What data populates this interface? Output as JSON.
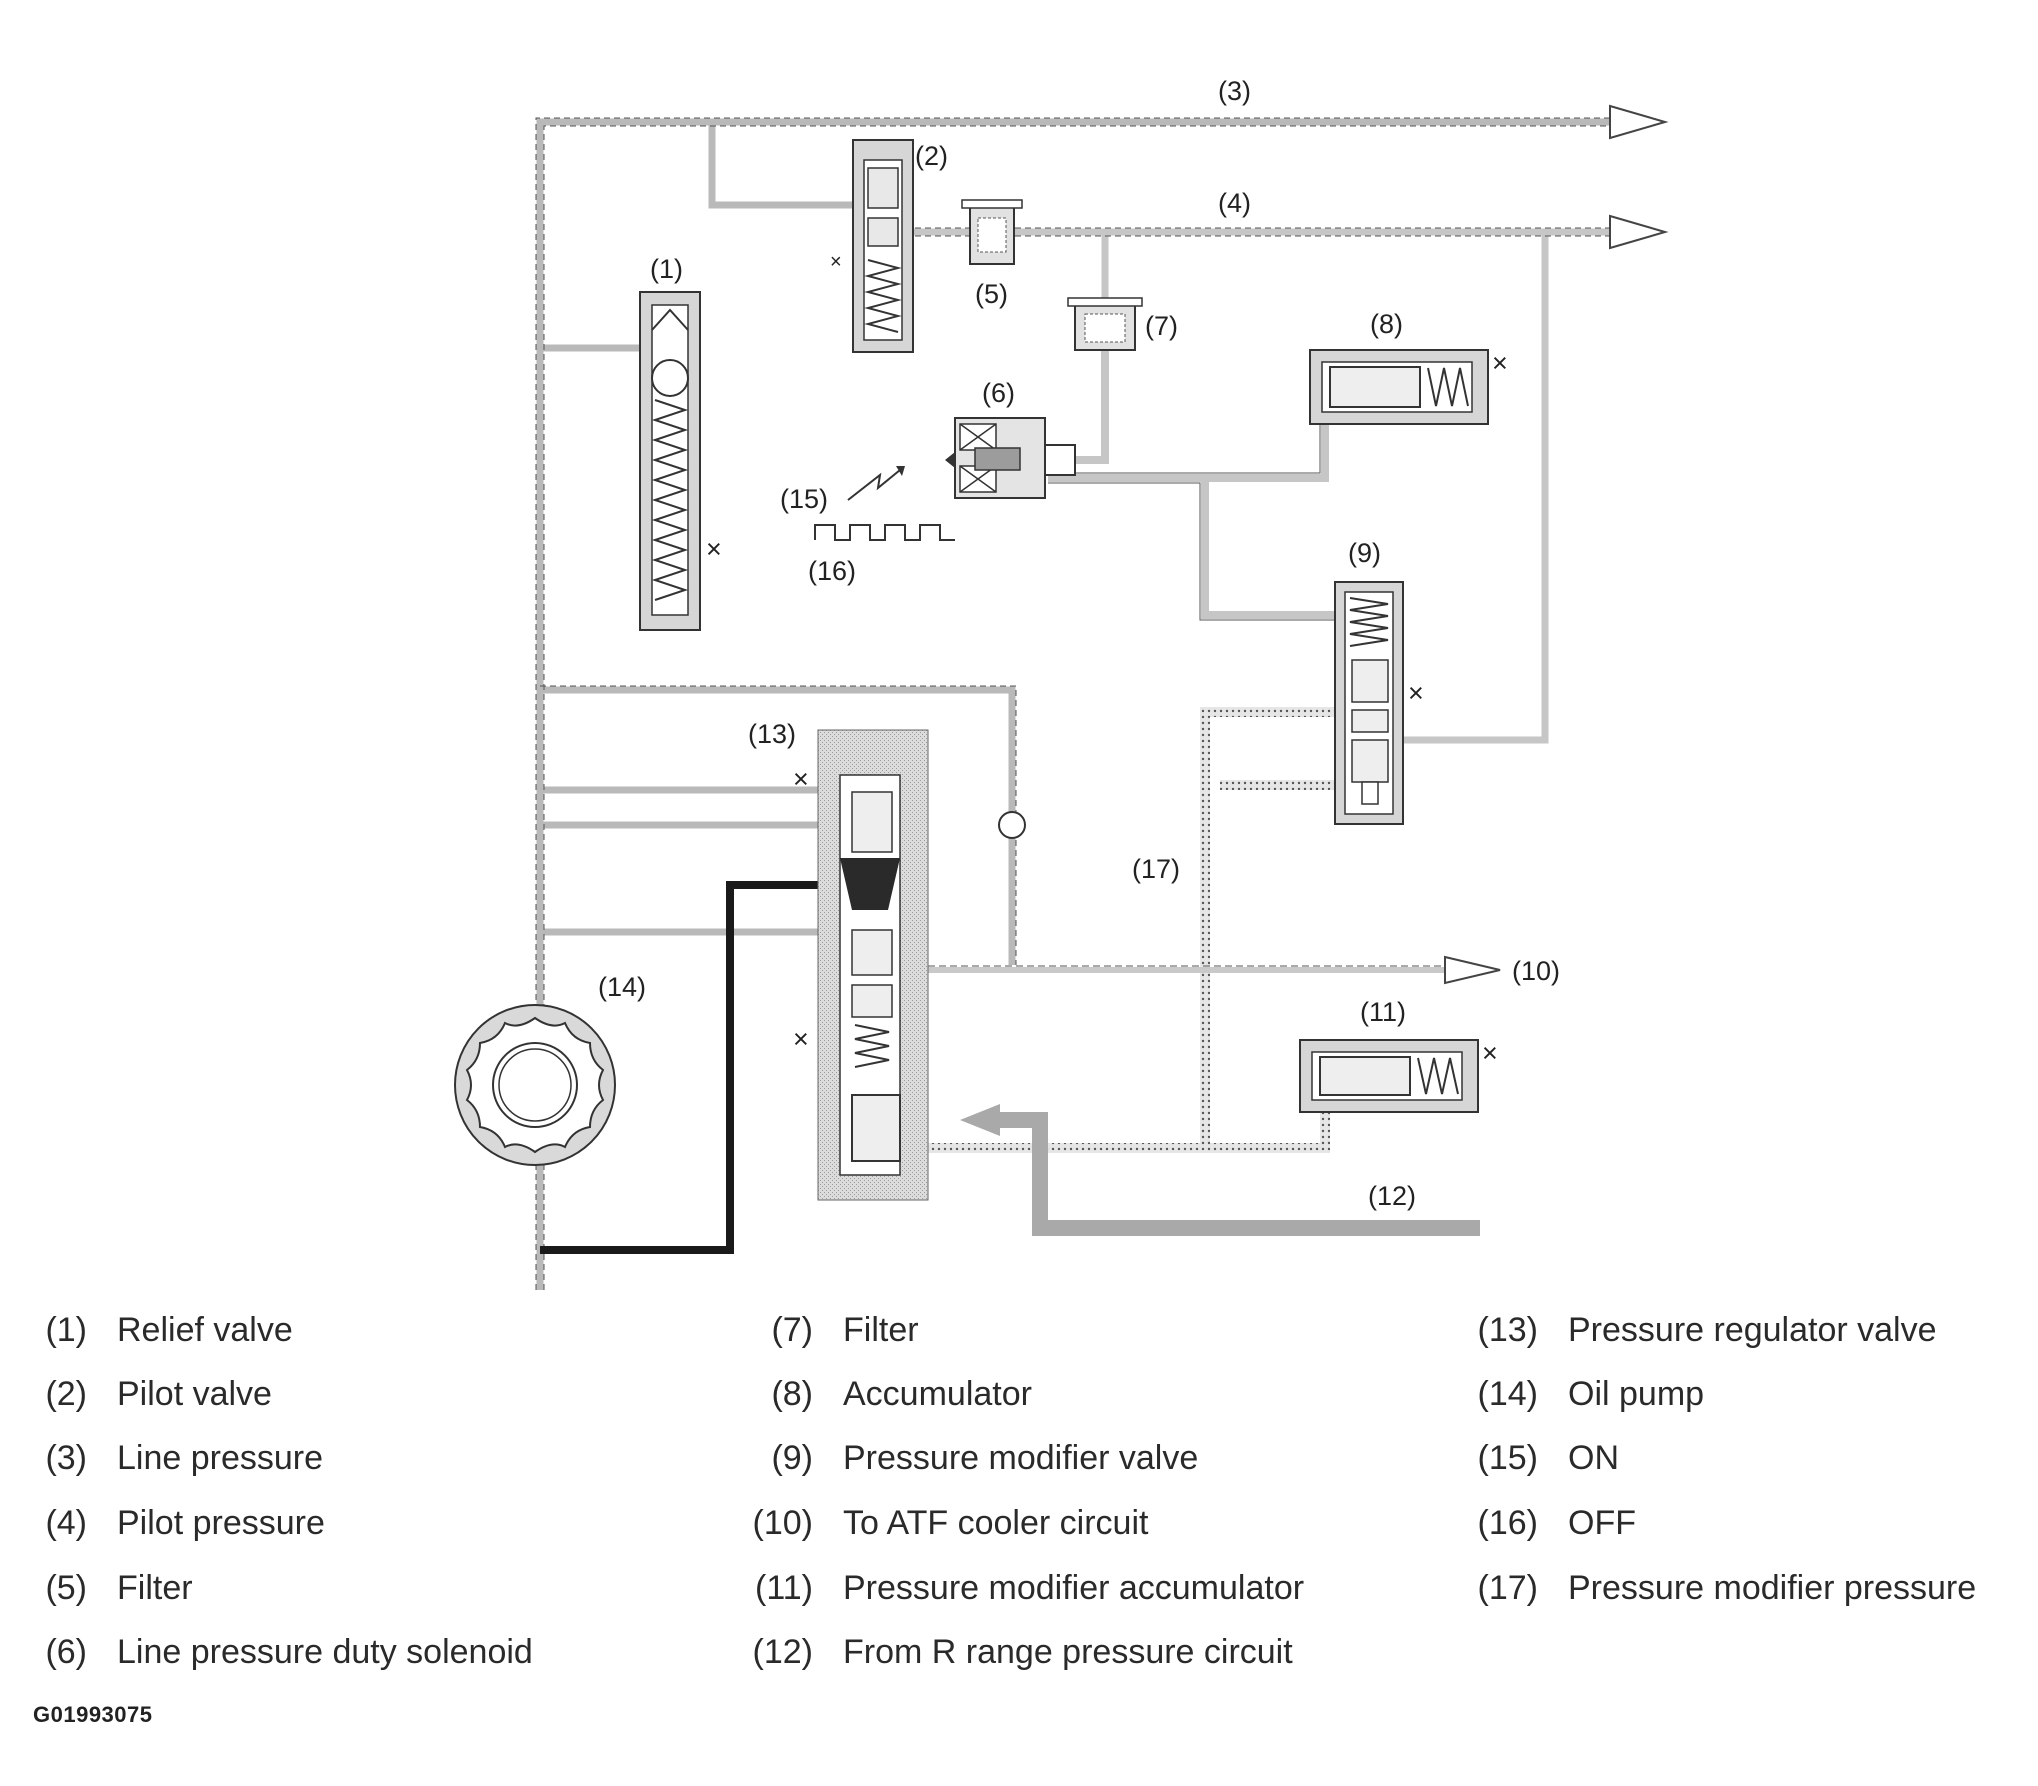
{
  "callouts": {
    "c1": "(1)",
    "c2": "(2)",
    "c3": "(3)",
    "c4": "(4)",
    "c5": "(5)",
    "c6": "(6)",
    "c7": "(7)",
    "c8": "(8)",
    "c9": "(9)",
    "c10": "(10)",
    "c11": "(11)",
    "c12": "(12)",
    "c13": "(13)",
    "c14": "(14)",
    "c15": "(15)",
    "c16": "(16)",
    "c17": "(17)"
  },
  "legend": [
    {
      "num": "(1)",
      "label": "Relief valve"
    },
    {
      "num": "(2)",
      "label": "Pilot valve"
    },
    {
      "num": "(3)",
      "label": "Line pressure"
    },
    {
      "num": "(4)",
      "label": "Pilot pressure"
    },
    {
      "num": "(5)",
      "label": "Filter"
    },
    {
      "num": "(6)",
      "label": "Line pressure duty solenoid"
    },
    {
      "num": "(7)",
      "label": "Filter"
    },
    {
      "num": "(8)",
      "label": "Accumulator"
    },
    {
      "num": "(9)",
      "label": "Pressure modifier valve"
    },
    {
      "num": "(10)",
      "label": "To ATF cooler circuit"
    },
    {
      "num": "(11)",
      "label": "Pressure modifier accumulator"
    },
    {
      "num": "(12)",
      "label": "From R range pressure circuit"
    },
    {
      "num": "(13)",
      "label": "Pressure regulator valve"
    },
    {
      "num": "(14)",
      "label": "Oil pump"
    },
    {
      "num": "(15)",
      "label": "ON"
    },
    {
      "num": "(16)",
      "label": "OFF"
    },
    {
      "num": "(17)",
      "label": "Pressure modifier pressure"
    }
  ],
  "figure_id": "G01993075",
  "colors": {
    "line_pressure": "#b9b9b9",
    "pump_outlet": "#1a1a1a",
    "valve_body": "#d6d6d6",
    "r_range": "#a9a9a9"
  }
}
